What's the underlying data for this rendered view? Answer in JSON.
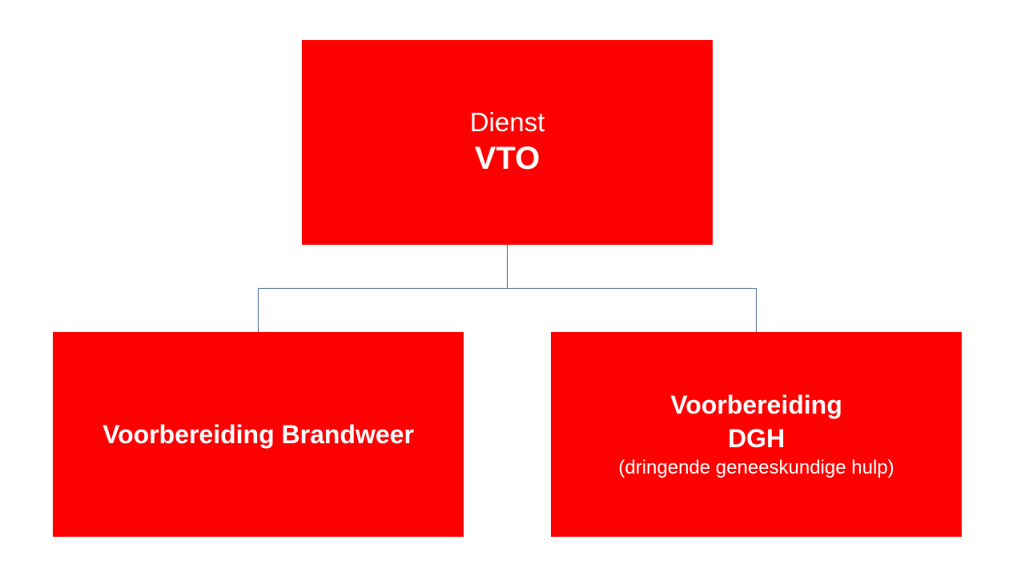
{
  "nodes": {
    "top": {
      "line1": "Dienst",
      "line2": "VTO"
    },
    "left": {
      "line1": "Voorbereiding Brandweer"
    },
    "right": {
      "line1": "Voorbereiding",
      "line2": "DGH",
      "line3": "(dringende geneeskundige hulp)"
    }
  },
  "colors": {
    "box_fill": "#fe0000",
    "box_text": "#ffffff",
    "connector": "#4a6f94"
  }
}
